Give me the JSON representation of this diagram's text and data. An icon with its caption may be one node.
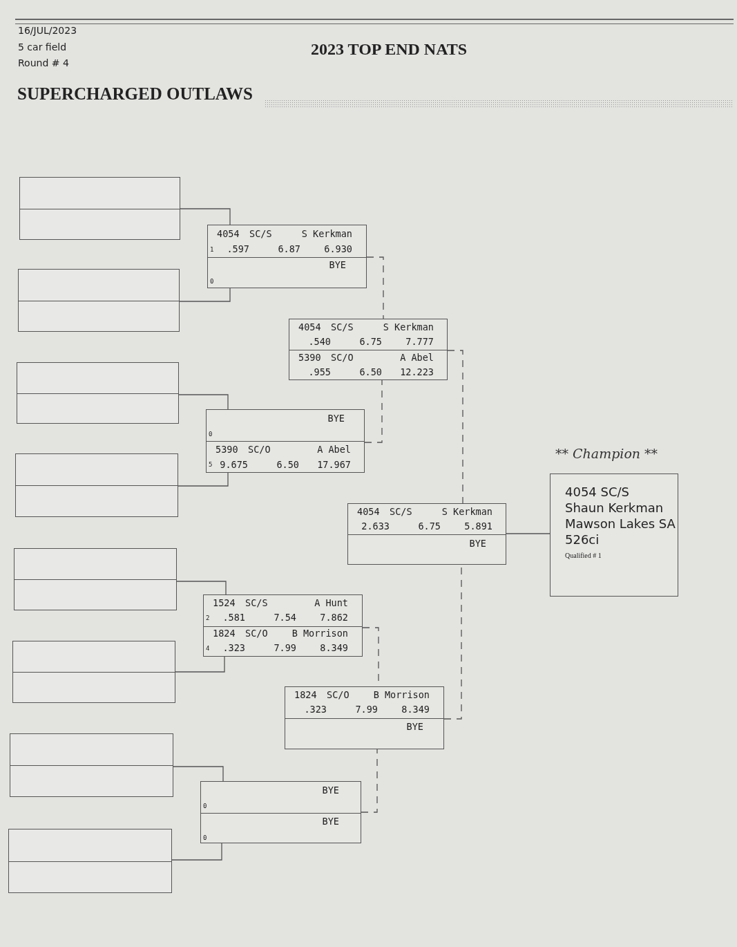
{
  "diagram": {
    "title": "2023 TOP END NATS",
    "nodes": [
      {
        "text": [],
        "shape": "box"
      },
      {
        "text": [],
        "shape": "box"
      },
      {
        "text": [],
        "shape": "box"
      },
      {
        "text": [],
        "shape": "box"
      },
      {
        "text": [],
        "shape": "box"
      },
      {
        "text": [],
        "shape": "box"
      },
      {
        "text": [],
        "shape": "box"
      },
      {
        "text": [],
        "shape": "box"
      },
      {
        "text": [
          "4054",
          "SC/S",
          "S Kerkman",
          "1",
          ".597",
          "6.87",
          "6.930",
          "BYE",
          "0"
        ]
      },
      {
        "text": [
          "BYE",
          "0",
          "5390",
          "SC/O",
          "A Abel",
          "5",
          "9.675",
          "6.50",
          "17.967"
        ]
      },
      {
        "text": [
          "1524",
          "SC/S",
          "A Hunt",
          "2",
          ".581",
          "7.54",
          "7.862",
          "1824",
          "SC/O",
          "B Morrison",
          "4",
          ".323",
          "7.99",
          "8.349"
        ]
      },
      {
        "text": [
          "BYE",
          "0",
          "BYE",
          "0"
        ]
      },
      {
        "text": [
          "4054",
          "SC/S",
          "S Kerkman",
          ".540",
          "6.75",
          "7.777",
          "5390",
          "SC/O",
          "A Abel",
          ".955",
          "6.50",
          "12.223"
        ]
      },
      {
        "text": [
          "1824",
          "SC/O",
          "B Morrison",
          ".323",
          "7.99",
          "8.349",
          "BYE"
        ]
      },
      {
        "text": [
          "4054",
          "SC/S",
          "S Kerkman",
          "2.633",
          "6.75",
          "5.891",
          "BYE"
        ]
      },
      {
        "text": [
          "** Champion **",
          "4054 SC/S",
          "Shaun Kerkman",
          "Mawson Lakes SA",
          "526ci",
          "Qualified # 1"
        ]
      }
    ],
    "edges": [
      {
        "from": 0,
        "to": 8,
        "arrow": "none"
      },
      {
        "from": 1,
        "to": 8,
        "arrow": "none"
      },
      {
        "from": 2,
        "to": 9,
        "arrow": "none"
      },
      {
        "from": 3,
        "to": 9,
        "arrow": "none"
      },
      {
        "from": 4,
        "to": 10,
        "arrow": "none"
      },
      {
        "from": 5,
        "to": 10,
        "arrow": "none"
      },
      {
        "from": 6,
        "to": 11,
        "arrow": "none"
      },
      {
        "from": 7,
        "to": 11,
        "arrow": "none"
      },
      {
        "from": 8,
        "to": 12,
        "arrow": "none",
        "style": "dashed"
      },
      {
        "from": 9,
        "to": 12,
        "arrow": "none",
        "style": "dashed"
      },
      {
        "from": 10,
        "to": 13,
        "arrow": "none",
        "style": "dashed"
      },
      {
        "from": 11,
        "to": 13,
        "arrow": "none",
        "style": "dashed"
      },
      {
        "from": 12,
        "to": 14,
        "arrow": "none",
        "style": "dashed"
      },
      {
        "from": 13,
        "to": 14,
        "arrow": "none",
        "style": "dashed"
      },
      {
        "from": 14,
        "to": 15,
        "arrow": "none"
      }
    ],
    "labels": [
      "16/JUL/2023",
      "5 car field",
      "Round # 4",
      "SUPERCHARGED OUTLAWS"
    ]
  }
}
